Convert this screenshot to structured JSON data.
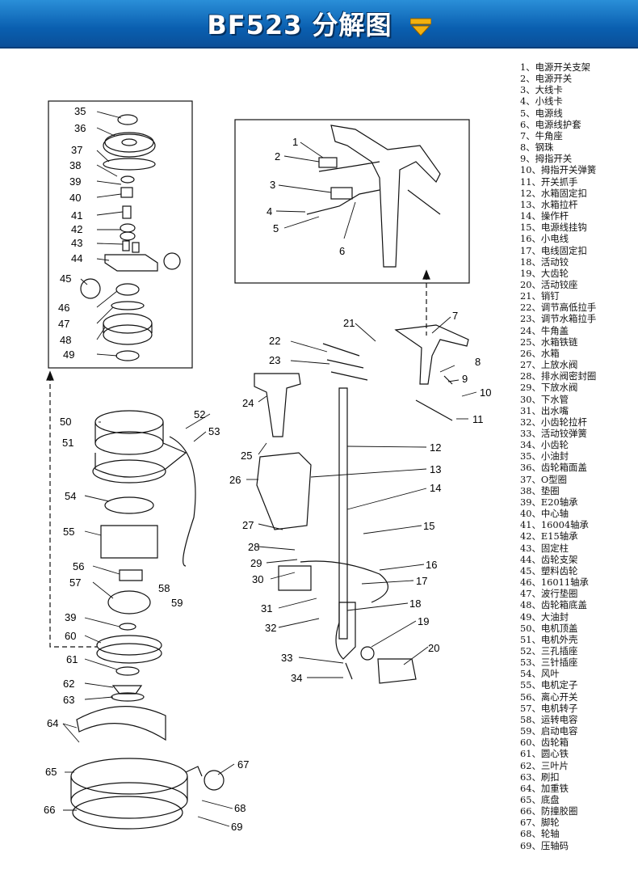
{
  "title": "BF523 分解图",
  "title_icon": "down-arrow-icon",
  "parts": [
    "1、电源开关支架",
    "2、电源开关",
    "3、大线卡",
    "4、小线卡",
    "5、电源线",
    "6、电源线护套",
    "7、牛角座",
    "8、钢珠",
    "9、拇指开关",
    "10、拇指开关弹簧",
    "11、开关抓手",
    "12、水箱固定扣",
    "13、水箱拉杆",
    "14、操作杆",
    "15、电源线挂钩",
    "16、小电线",
    "17、电线固定扣",
    "18、活动铰",
    "19、大齿轮",
    "20、活动铰座",
    "21、销钉",
    "22、调节高低拉手",
    "23、调节水箱拉手",
    "24、牛角盖",
    "25、水箱铁链",
    "26、水箱",
    "27、上放水阀",
    "28、排水阀密封圈",
    "29、下放水阀",
    "30、下水管",
    "31、出水嘴",
    "32、小齿轮拉杆",
    "33、活动铰弹簧",
    "34、小齿轮",
    "35、小油封",
    "36、齿轮箱面盖",
    "37、O型圈",
    "38、垫圈",
    "39、E20轴承",
    "40、中心轴",
    "41、16004轴承",
    "42、E15轴承",
    "43、固定柱",
    "44、齿轮支架",
    "45、塑料齿轮",
    "46、16011轴承",
    "47、波行垫圈",
    "48、齿轮箱底盖",
    "49、大油封",
    "50、电机顶盖",
    "51、电机外壳",
    "52、三孔插座",
    "53、三针插座",
    "54、风叶",
    "55、电机定子",
    "56、离心开关",
    "57、电机转子",
    "58、运转电容",
    "59、启动电容",
    "60、齿轮箱",
    "61、圆心铁",
    "62、三叶片",
    "63、刷扣",
    "64、加重铁",
    "65、底盘",
    "66、防撞胶圈",
    "67、脚轮",
    "68、轮轴",
    "69、压轴码"
  ],
  "callouts": {
    "inset_gear": [
      "35",
      "36",
      "37",
      "38",
      "39",
      "40",
      "41",
      "42",
      "43",
      "44",
      "45",
      "46",
      "47",
      "48",
      "49"
    ],
    "inset_switch": [
      "1",
      "2",
      "3",
      "4",
      "5",
      "6"
    ],
    "handle": [
      "7",
      "8",
      "9",
      "10",
      "11",
      "12",
      "13",
      "14",
      "15",
      "16",
      "17",
      "18",
      "19",
      "20",
      "21",
      "22",
      "23",
      "24",
      "25",
      "26",
      "27",
      "28",
      "29",
      "30",
      "31",
      "32",
      "33",
      "34"
    ],
    "motor": [
      "50",
      "51",
      "52",
      "53",
      "54",
      "55",
      "56",
      "57",
      "58",
      "59",
      "39",
      "60",
      "61",
      "62",
      "63",
      "64",
      "65",
      "66",
      "67",
      "68",
      "69"
    ]
  }
}
